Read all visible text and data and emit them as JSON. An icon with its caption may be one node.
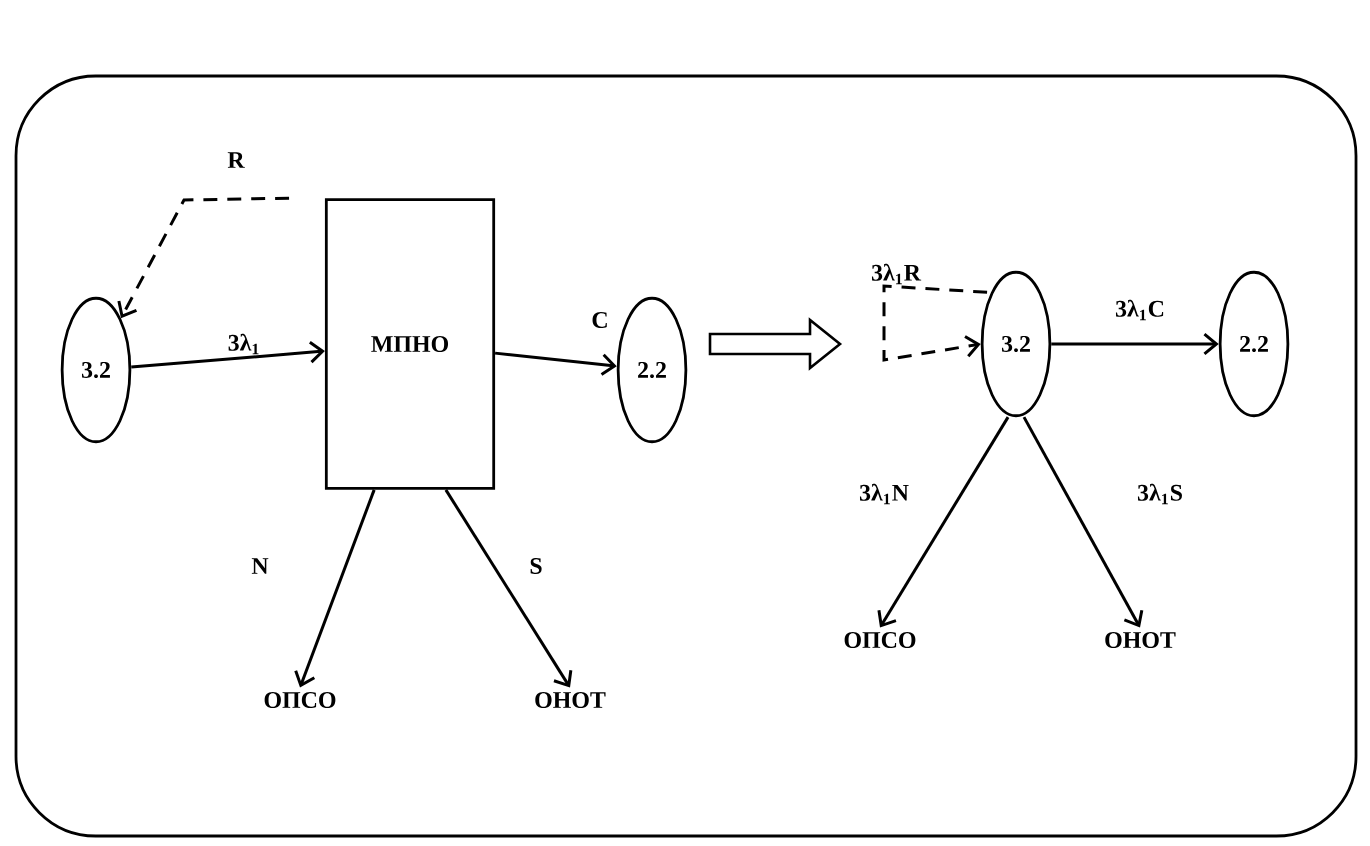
{
  "diagram": {
    "nodes": [
      {
        "text": [
          "3.2"
        ]
      },
      {
        "text": [
          "МПНО"
        ]
      },
      {
        "text": [
          "2.2"
        ]
      },
      {
        "text": [
          "ОПСО"
        ]
      },
      {
        "text": [
          "ОНОТ"
        ]
      },
      {
        "text": [
          "3.2"
        ]
      },
      {
        "text": [
          "2.2"
        ]
      },
      {
        "text": [
          "ОПСО"
        ]
      },
      {
        "text": [
          "ОНОТ"
        ]
      }
    ],
    "edges": [
      {
        "from": 0,
        "to": 1,
        "arrow": "to",
        "label": "3λ$_{1}$"
      },
      {
        "from": 1,
        "to": 2,
        "arrow": "to",
        "label": "C"
      },
      {
        "from": 1,
        "to": 0,
        "arrow": "to",
        "label": "R",
        "style": "dashed"
      },
      {
        "from": 1,
        "to": 3,
        "arrow": "to",
        "label": "N"
      },
      {
        "from": 1,
        "to": 4,
        "arrow": "to",
        "label": "S"
      },
      {
        "from": 5,
        "to": 5,
        "arrow": "to",
        "label": "3λ$_{1}$R",
        "style": "dashed"
      },
      {
        "from": 5,
        "to": 6,
        "arrow": "to",
        "label": "3λ$_{1}$C"
      },
      {
        "from": 5,
        "to": 7,
        "arrow": "to",
        "label": "3λ$_{1}$N"
      },
      {
        "from": 5,
        "to": 8,
        "arrow": "to",
        "label": "3λ$_{1}$S"
      }
    ]
  }
}
